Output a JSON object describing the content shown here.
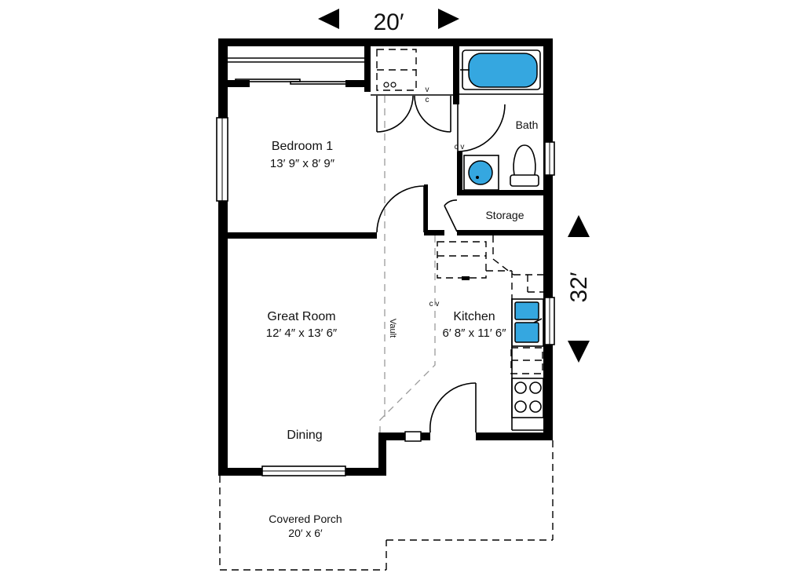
{
  "dimensions": {
    "width_label": "20′",
    "depth_label": "32′"
  },
  "rooms": {
    "bedroom": {
      "name": "Bedroom 1",
      "size": "13′ 9″ x 8′ 9″"
    },
    "great_room": {
      "name": "Great Room",
      "size": "12′ 4″ x 13′ 6″"
    },
    "kitchen": {
      "name": "Kitchen",
      "size": "6′ 8″ x 11′ 6″"
    },
    "bath": {
      "name": "Bath"
    },
    "storage": {
      "name": "Storage"
    },
    "dining": {
      "name": "Dining"
    },
    "porch": {
      "name": "Covered Porch",
      "size": "20′ x 6′"
    }
  },
  "annotations": {
    "vault": "Vault",
    "cv_marker": "c v",
    "v": "v",
    "c": "c"
  },
  "colors": {
    "wall": "#000000",
    "fixture_water": "#35a7e0",
    "vault_line": "#9a9a9a"
  },
  "icons": [
    "arrow-left-icon",
    "arrow-right-icon",
    "arrow-up-icon",
    "arrow-down-icon"
  ]
}
